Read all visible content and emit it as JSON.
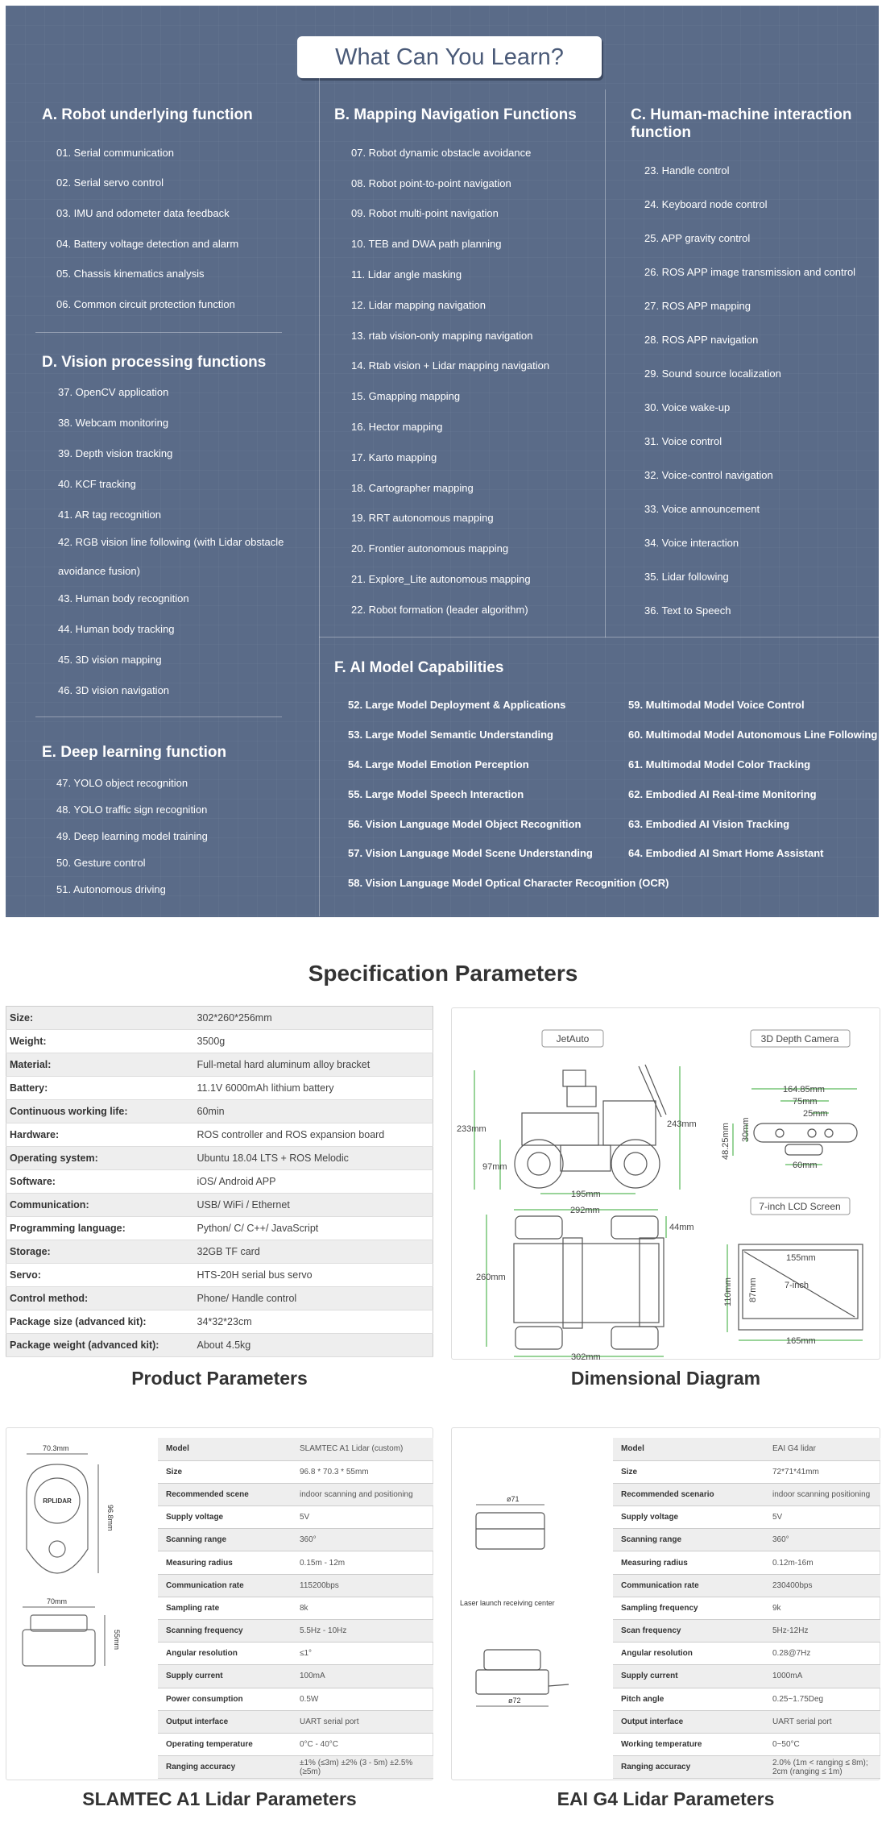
{
  "learn": {
    "title": "What Can You Learn?",
    "sections": {
      "A": {
        "heading": "A. Robot underlying function",
        "items": [
          "01. Serial communication",
          "02. Serial servo control",
          "03. IMU and odometer data feedback",
          "04. Battery voltage detection and alarm",
          "05. Chassis kinematics analysis",
          "06. Common circuit protection function"
        ]
      },
      "B": {
        "heading": "B. Mapping Navigation Functions",
        "items": [
          "07. Robot dynamic obstacle avoidance",
          "08. Robot point-to-point navigation",
          "09. Robot multi-point navigation",
          "10. TEB and DWA path planning",
          "11. Lidar angle masking",
          "12. Lidar mapping navigation",
          "13. rtab vision-only mapping navigation",
          "14. Rtab vision + Lidar mapping navigation",
          "15. Gmapping mapping",
          "16. Hector mapping",
          "17. Karto mapping",
          "18. Cartographer mapping",
          "19. RRT autonomous mapping",
          "20. Frontier autonomous mapping",
          "21. Explore_Lite autonomous mapping",
          "22. Robot formation (leader algorithm)"
        ]
      },
      "C": {
        "heading": "C. Human-machine interaction function",
        "items": [
          "23. Handle control",
          "24. Keyboard node control",
          "25. APP gravity control",
          "26. ROS APP image transmission and control",
          "27. ROS APP mapping",
          "28. ROS APP navigation",
          "29. Sound source localization",
          "30. Voice wake-up",
          "31. Voice control",
          "32. Voice-control navigation",
          "33. Voice announcement",
          "34. Voice interaction",
          "35. Lidar following",
          "36. Text to Speech"
        ]
      },
      "D": {
        "heading": "D. Vision processing functions",
        "items": [
          "37. OpenCV application",
          "38. Webcam monitoring",
          "39. Depth vision tracking",
          "40. KCF tracking",
          "41. AR tag recognition",
          "42. RGB vision line following (with Lidar obstacle avoidance fusion)",
          "43. Human body recognition",
          "44. Human body tracking",
          "45. 3D vision mapping",
          "46. 3D vision navigation"
        ]
      },
      "E": {
        "heading": "E. Deep learning function",
        "items": [
          "47. YOLO object recognition",
          "48. YOLO traffic sign recognition",
          "49. Deep learning model training",
          "50. Gesture control",
          "51. Autonomous driving"
        ]
      },
      "F": {
        "heading": "F. AI Model Capabilities",
        "left": [
          "52. Large Model Deployment & Applications",
          "53. Large Model Semantic Understanding",
          "54. Large Model Emotion Perception",
          "55. Large Model Speech Interaction",
          "56. Vision Language Model Object Recognition",
          "57. Vision Language Model Scene Understanding",
          "58. Vision Language Model Optical Character Recognition (OCR)"
        ],
        "right": [
          "59. Multimodal Model Voice Control",
          "60. Multimodal Model Autonomous Line Following",
          "61. Multimodal Model Color Tracking",
          "62. Embodied AI Real-time Monitoring",
          "63. Embodied AI Vision Tracking",
          "64. Embodied AI Smart Home Assistant"
        ]
      }
    }
  },
  "spec": {
    "title": "Specification Parameters",
    "rows": [
      [
        "Size:",
        "302*260*256mm"
      ],
      [
        "Weight:",
        "3500g"
      ],
      [
        "Material:",
        "Full-metal hard aluminum alloy bracket"
      ],
      [
        "Battery:",
        "11.1V 6000mAh lithium battery"
      ],
      [
        "Continuous working life:",
        "60min"
      ],
      [
        "Hardware:",
        "ROS controller and ROS expansion board"
      ],
      [
        "Operating system:",
        "Ubuntu 18.04 LTS + ROS Melodic"
      ],
      [
        "Software:",
        "iOS/ Android APP"
      ],
      [
        "Communication:",
        "USB/ WiFi / Ethernet"
      ],
      [
        "Programming language:",
        "Python/ C/ C++/ JavaScript"
      ],
      [
        "Storage:",
        "32GB TF card"
      ],
      [
        "Servo:",
        "HTS-20H serial bus servo"
      ],
      [
        "Control method:",
        "Phone/ Handle control"
      ],
      [
        "Package size (advanced kit):",
        "34*32*23cm"
      ],
      [
        "Package weight (advanced kit):",
        "About 4.5kg"
      ]
    ],
    "product_caption": "Product Parameters",
    "diagram_caption": "Dimensional Diagram",
    "diagram": {
      "jetauto": "JetAuto",
      "camera": "3D Depth Camera",
      "lcd": "7-inch LCD Screen",
      "d233": "233mm",
      "d243": "243mm",
      "d97": "97mm",
      "d195": "195mm",
      "d292": "292mm",
      "d44": "44mm",
      "d260": "260mm",
      "d302": "302mm",
      "c164": "164.85mm",
      "c75": "75mm",
      "c25": "25mm",
      "c30": "30mm",
      "c48": "48.25mm",
      "c60": "60mm",
      "l155": "155mm",
      "l110": "110mm",
      "l87": "87mm",
      "l7": "7-inch",
      "l165": "165mm"
    }
  },
  "a1": {
    "caption": "SLAMTEC A1 Lidar Parameters",
    "img": {
      "w": "70.3mm",
      "h": "96.8mm",
      "w2": "70mm",
      "h2": "55mm",
      "brand": "RPLIDAR"
    },
    "rows": [
      [
        "Model",
        "SLAMTEC A1 Lidar (custom)"
      ],
      [
        "Size",
        "96.8 * 70.3 * 55mm"
      ],
      [
        "Recommended scene",
        "indoor scanning and positioning"
      ],
      [
        "Supply voltage",
        "5V"
      ],
      [
        "Scanning range",
        "360°"
      ],
      [
        "Measuring radius",
        "0.15m - 12m"
      ],
      [
        "Communication rate",
        "115200bps"
      ],
      [
        "Sampling rate",
        "8k"
      ],
      [
        "Scanning frequency",
        "5.5Hz - 10Hz"
      ],
      [
        "Angular resolution",
        "≤1°"
      ],
      [
        "Supply current",
        "100mA"
      ],
      [
        "Power consumption",
        "0.5W"
      ],
      [
        "Output interface",
        "UART serial port"
      ],
      [
        "Operating temperature",
        "0°C - 40°C"
      ],
      [
        "Ranging accuracy",
        "±1% (≤3m) ±2% (3 - 5m) ±2.5% (≥5m)"
      ]
    ]
  },
  "g4": {
    "caption": "EAI G4 Lidar Parameters",
    "img": {
      "d71": "ø71",
      "d72": "ø72",
      "center": "Laser launch receiving center"
    },
    "rows": [
      [
        "Model",
        "EAI G4 lidar"
      ],
      [
        "Size",
        "72*71*41mm"
      ],
      [
        "Recommended scenario",
        "indoor scanning positioning"
      ],
      [
        "Supply voltage",
        "5V"
      ],
      [
        "Scanning range",
        "360°"
      ],
      [
        "Measuring radius",
        "0.12m-16m"
      ],
      [
        "Communication rate",
        "230400bps"
      ],
      [
        "Sampling frequency",
        "9k"
      ],
      [
        "Scan frequency",
        "5Hz-12Hz"
      ],
      [
        "Angular resolution",
        "0.28@7Hz"
      ],
      [
        "Supply current",
        "1000mA"
      ],
      [
        "Pitch angle",
        "0.25~1.75Deg"
      ],
      [
        "Output interface",
        "UART serial port"
      ],
      [
        "Working temperature",
        "0~50°C"
      ],
      [
        "Ranging accuracy",
        "2.0% (1m < ranging ≤ 8m); 2cm (ranging ≤ 1m)"
      ]
    ]
  }
}
